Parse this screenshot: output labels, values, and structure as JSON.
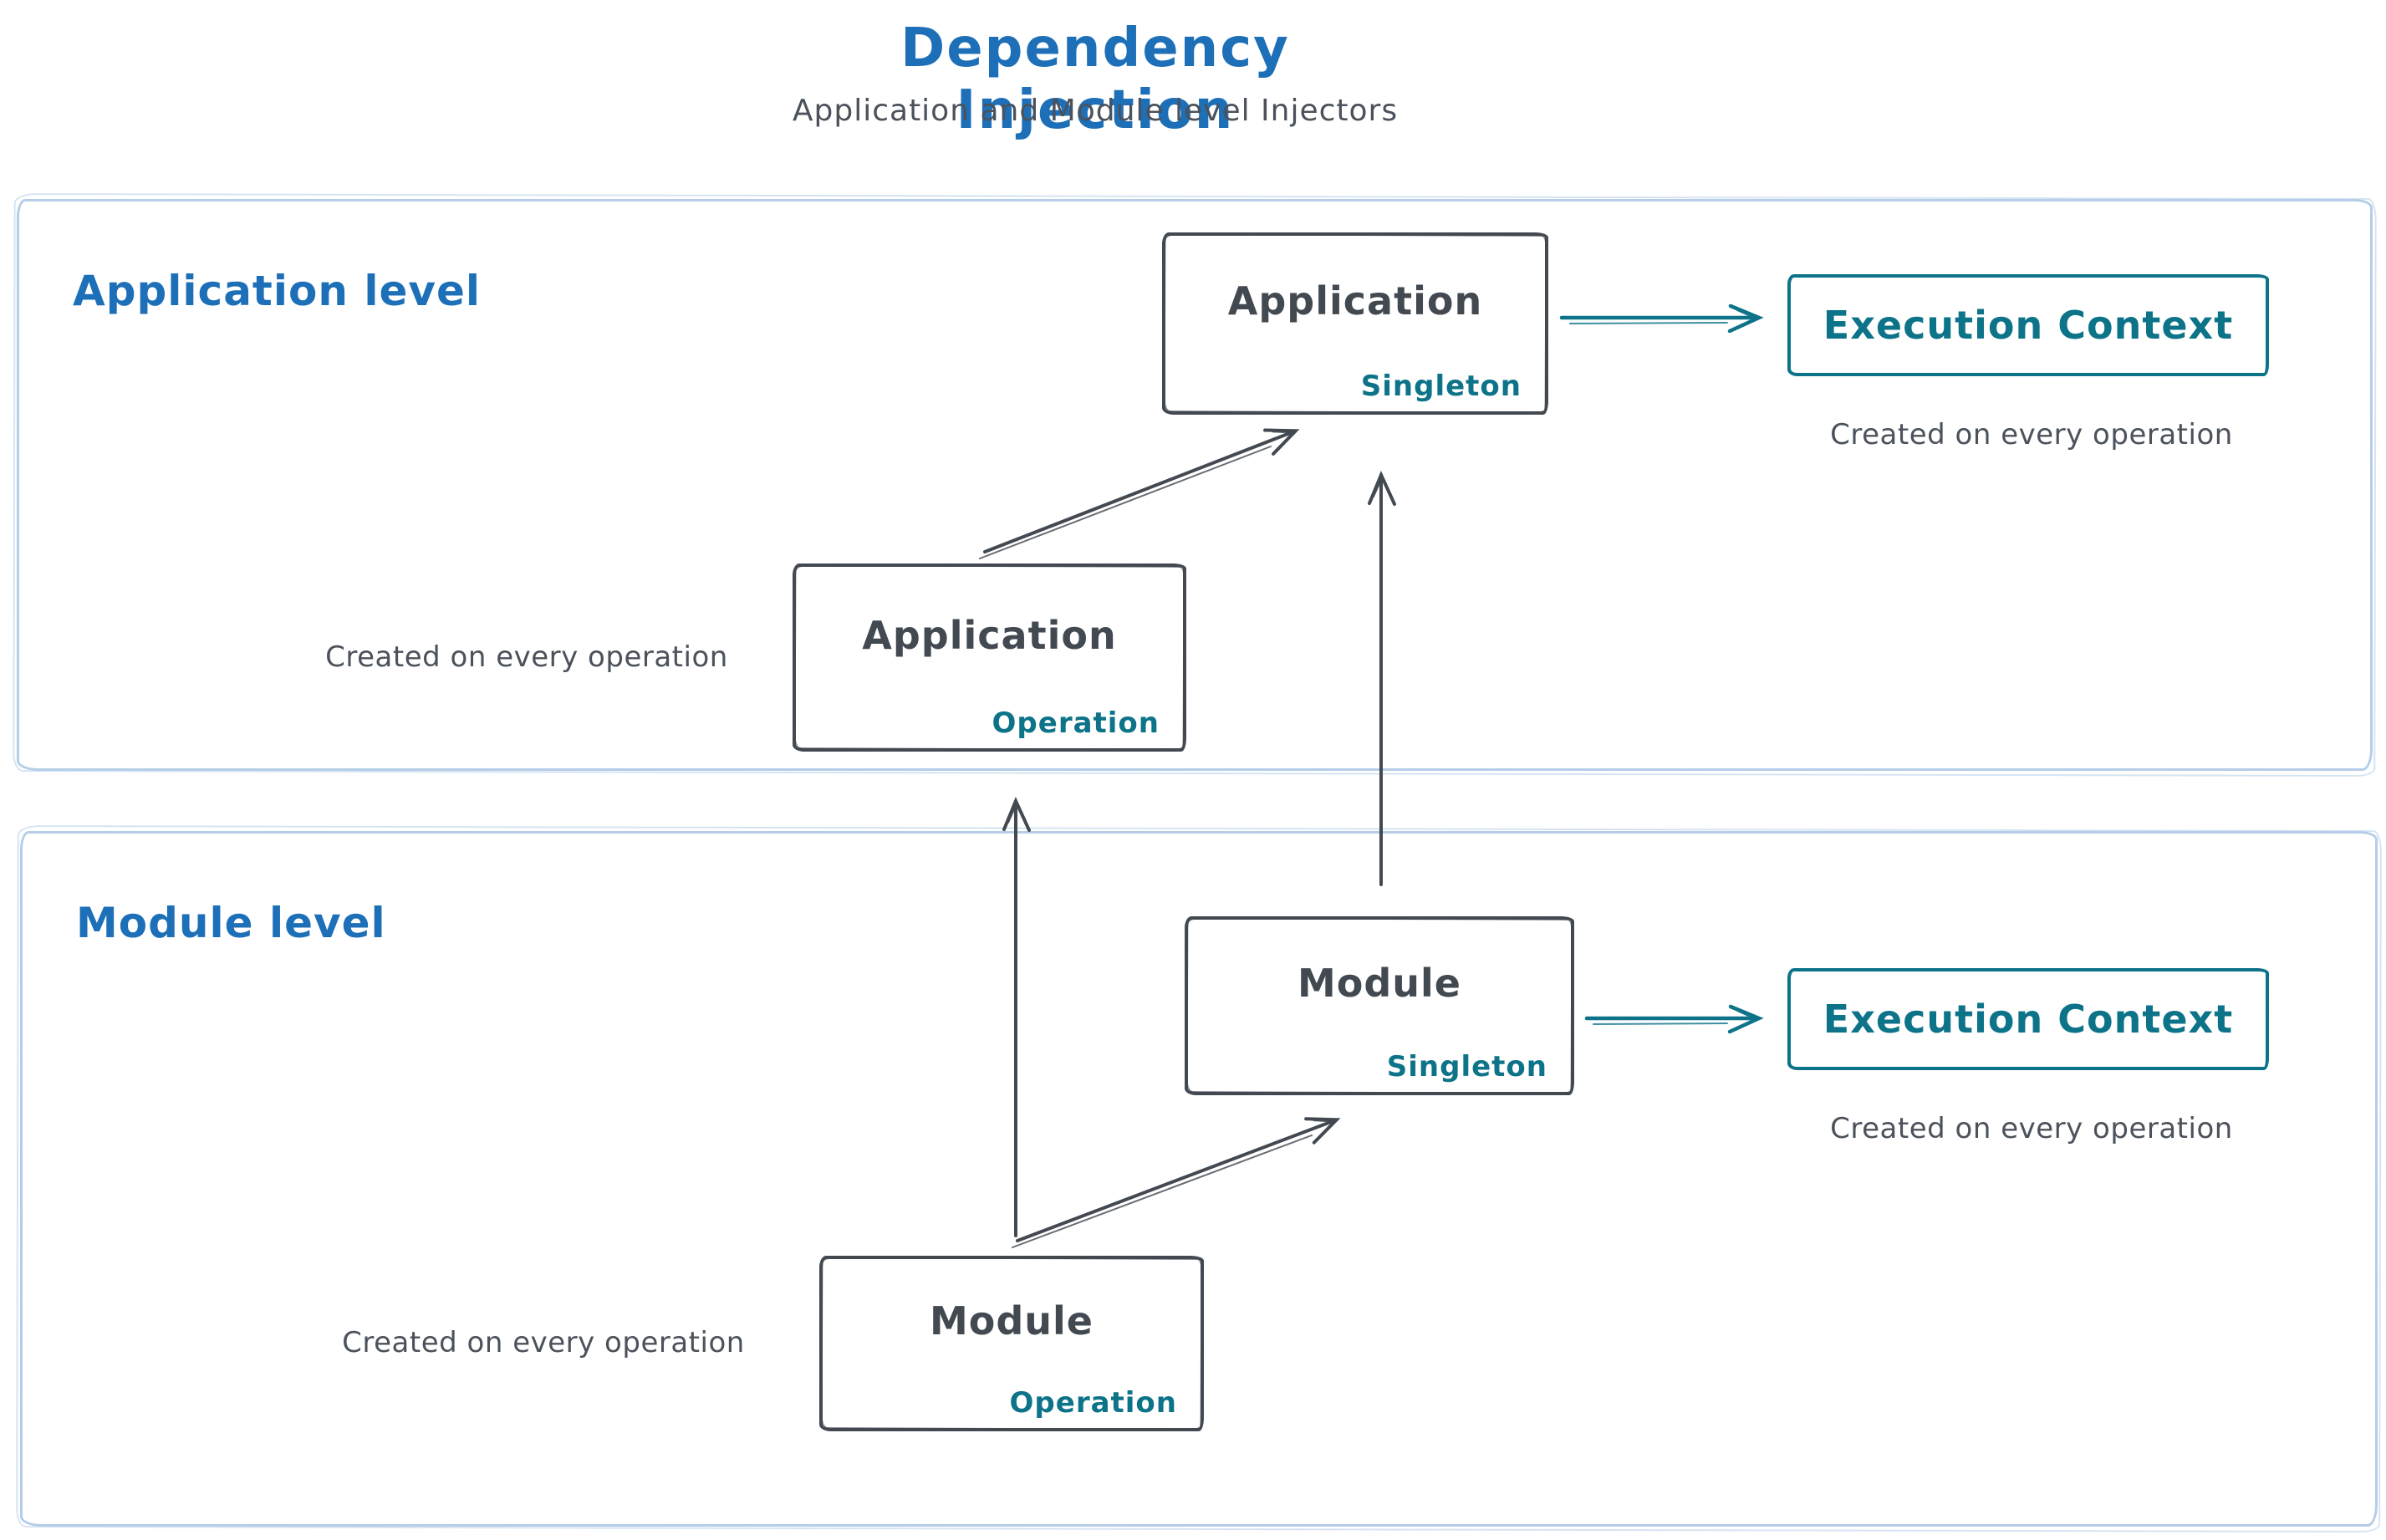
{
  "title": "Dependency Injection",
  "subtitle": "Application and Module level Injectors",
  "colors": {
    "title_blue": "#1d6fb8",
    "ink": "#424951",
    "teal": "#0d7389",
    "section_border": "#b5cde8",
    "note_gray": "#4b525b",
    "background": "#ffffff"
  },
  "application_level": {
    "label": "Application level",
    "singleton_box": {
      "title": "Application",
      "tag": "Singleton"
    },
    "operation_box": {
      "title": "Application",
      "tag": "Operation"
    },
    "operation_note": "Created on every operation",
    "execution_context": {
      "title": "Execution Context",
      "note": "Created on every operation"
    }
  },
  "module_level": {
    "label": "Module level",
    "singleton_box": {
      "title": "Module",
      "tag": "Singleton"
    },
    "operation_box": {
      "title": "Module",
      "tag": "Operation"
    },
    "operation_note": "Created on every operation",
    "execution_context": {
      "title": "Execution Context",
      "note": "Created on every operation"
    }
  }
}
